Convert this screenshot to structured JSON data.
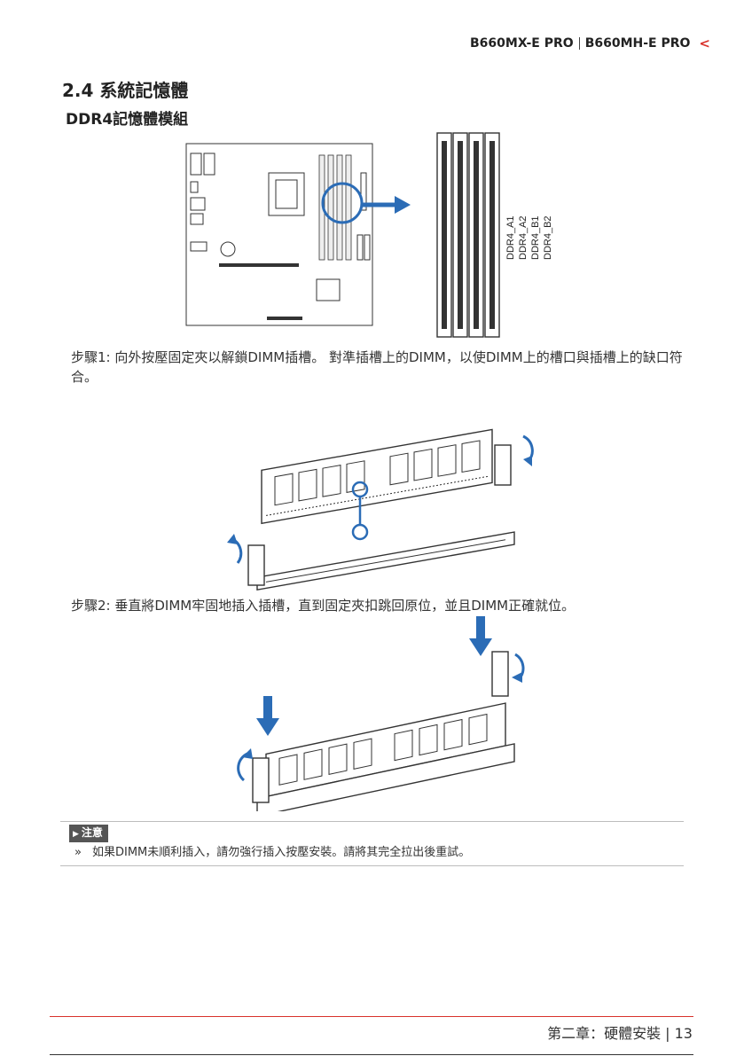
{
  "header": {
    "model_a": "B660MX-E PRO",
    "model_b": "B660MH-E PRO"
  },
  "section": {
    "number_title": "2.4 系統記憶體"
  },
  "subsection": {
    "title": "DDR4記憶體模組"
  },
  "figure_main": {
    "slot_labels": [
      "DDR4_A1",
      "DDR4_A2",
      "DDR4_B1",
      "DDR4_B2"
    ]
  },
  "steps": {
    "step1": "步驟1: 向外按壓固定夾以解鎖DIMM插槽。 對準插槽上的DIMM，以使DIMM上的槽口與插槽上的缺口符合。",
    "step2": "步驟2: 垂直將DIMM牢固地插入插槽，直到固定夾扣跳回原位，並且DIMM正確就位。"
  },
  "note": {
    "tag": "注意",
    "bullet": "»",
    "text": "如果DIMM未順利插入，請勿強行插入按壓安裝。請將其完全拉出後重試。"
  },
  "footer": {
    "text": "第二章：硬體安裝 | 13"
  },
  "colors": {
    "accent_red": "#d9322b",
    "arrow_blue": "#2b6cb6",
    "note_gray": "#555555"
  }
}
